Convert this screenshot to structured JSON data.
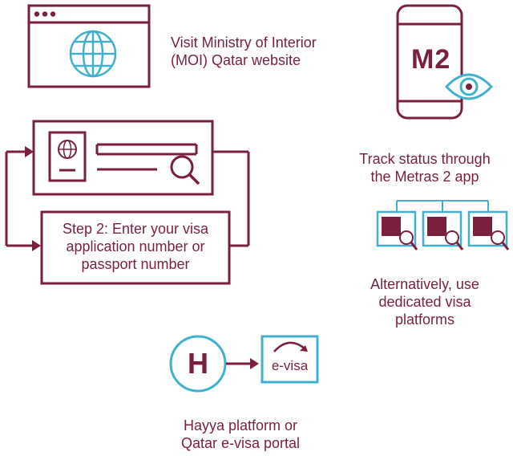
{
  "colors": {
    "maroon": "#7a1f3d",
    "teal": "#3fb0cf",
    "white": "#ffffff"
  },
  "icons": {
    "browser": "browser-window-icon",
    "globe": "globe-icon",
    "phone": "smartphone-icon",
    "eye": "eye-icon",
    "passport": "passport-icon",
    "search": "magnifier-icon",
    "flag_card": "qatar-flag-card-icon",
    "hayya": "hayya-logo-icon",
    "evisa": "e-visa-icon",
    "arrow": "arrow-icon"
  },
  "steps": {
    "moi": {
      "line1": "Visit Ministry of Interior",
      "line2": "(MOI) Qatar website"
    },
    "step2": {
      "line1": "Step 2: Enter your visa",
      "line2": "application number or",
      "line3": "passport number"
    },
    "metras": {
      "phone_label": "M2",
      "line1": "Track status through",
      "line2": "the Metras 2 app"
    },
    "alternative": {
      "line1": "Alternatively, use",
      "line2": "dedicated visa",
      "line3": "platforms"
    },
    "hayya": {
      "logo_letter": "H",
      "evisa_label": "e-visa",
      "line1": "Hayya platform or",
      "line2": "Qatar e-visa portal"
    }
  }
}
